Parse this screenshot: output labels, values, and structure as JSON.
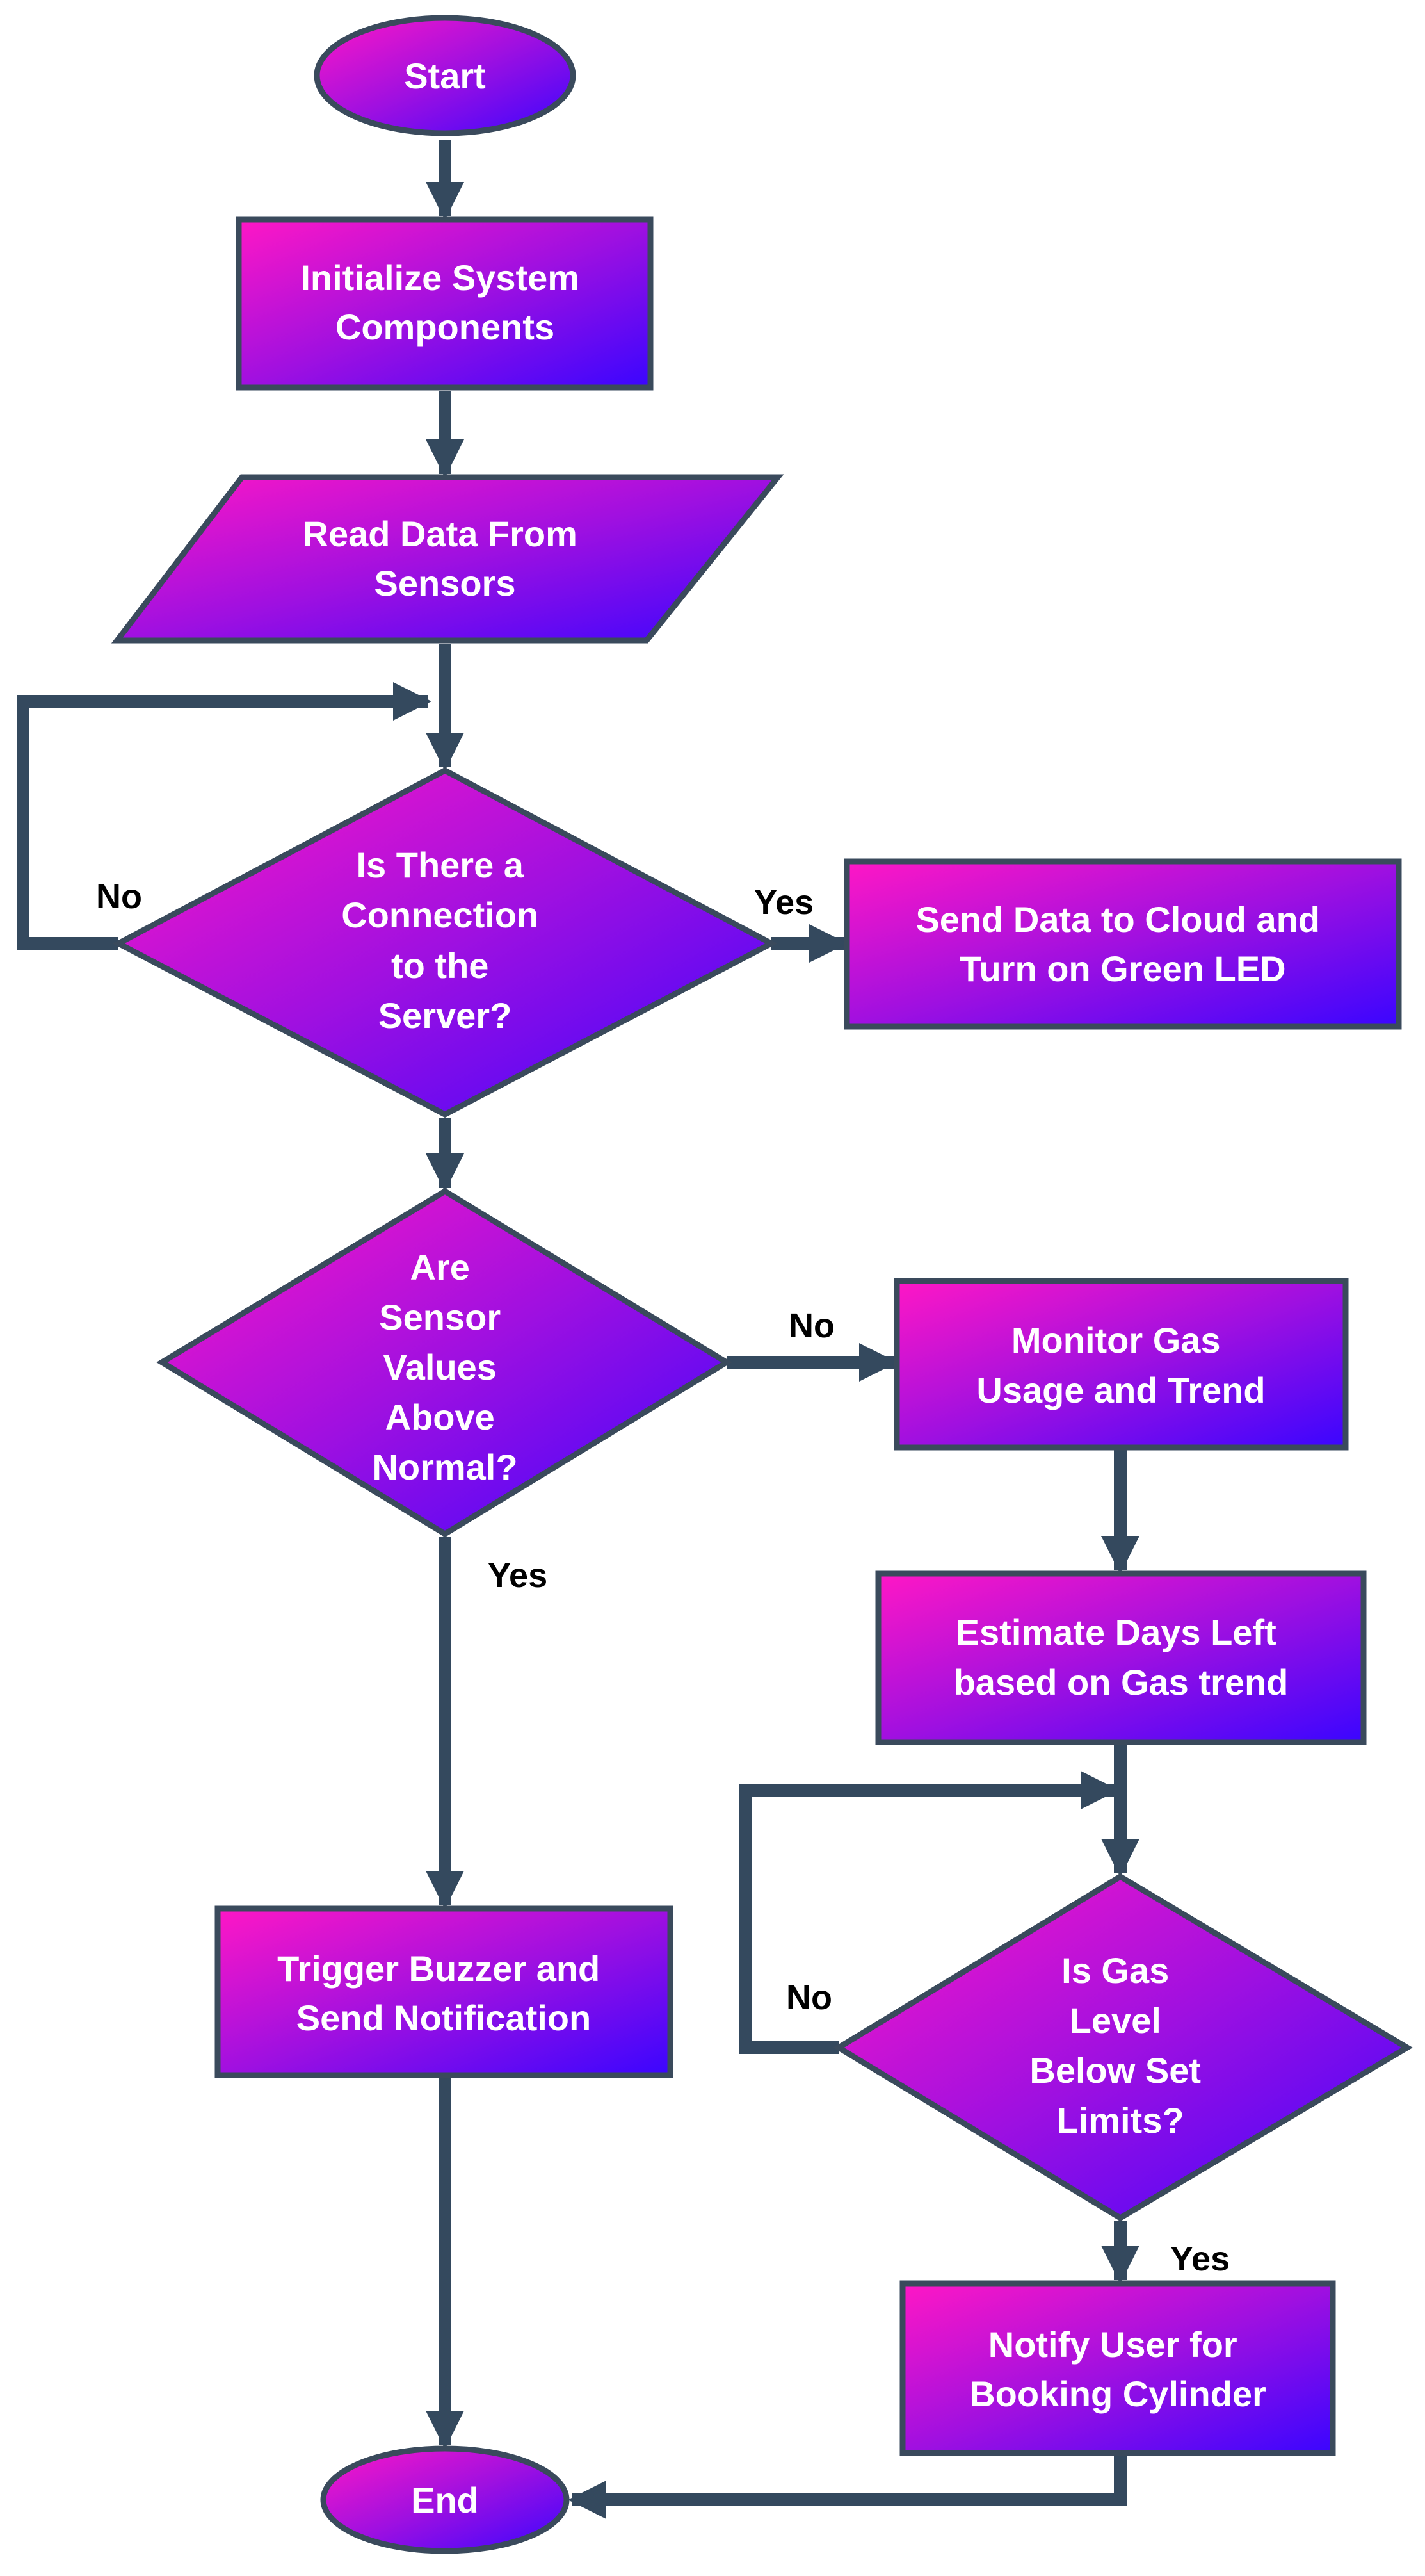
{
  "nodes": {
    "start": "Start",
    "init": [
      "Initialize  System",
      "Components"
    ],
    "read": [
      "Read Data From",
      "Sensors"
    ],
    "connection": [
      "Is There a",
      "Connection",
      "to the",
      "Server?"
    ],
    "send_cloud": [
      "Send Data to Cloud and",
      "Turn on Green LED"
    ],
    "sensor_check": [
      "Are",
      "Sensor",
      "Values",
      "Above",
      "Normal?"
    ],
    "monitor": [
      "Monitor Gas",
      "Usage and Trend"
    ],
    "estimate": [
      "Estimate Days Left",
      "based on Gas trend"
    ],
    "gas_level": [
      "Is Gas",
      "Level",
      "Below Set",
      "Limits?"
    ],
    "trigger": [
      "Trigger Buzzer and",
      "Send Notification"
    ],
    "notify": [
      "Notify User for",
      "Booking Cylinder"
    ],
    "end": "End"
  },
  "edge_labels": {
    "connection_no": "No",
    "connection_yes": "Yes",
    "sensor_no": "No",
    "sensor_yes": "Yes",
    "gas_no": "No",
    "gas_yes": "Yes"
  },
  "colors": {
    "fill_start": "#ff17c5",
    "fill_mid": "#a010e0",
    "fill_end": "#3a05ff",
    "outline": "#3a4a5c",
    "connector": "#34495e"
  }
}
